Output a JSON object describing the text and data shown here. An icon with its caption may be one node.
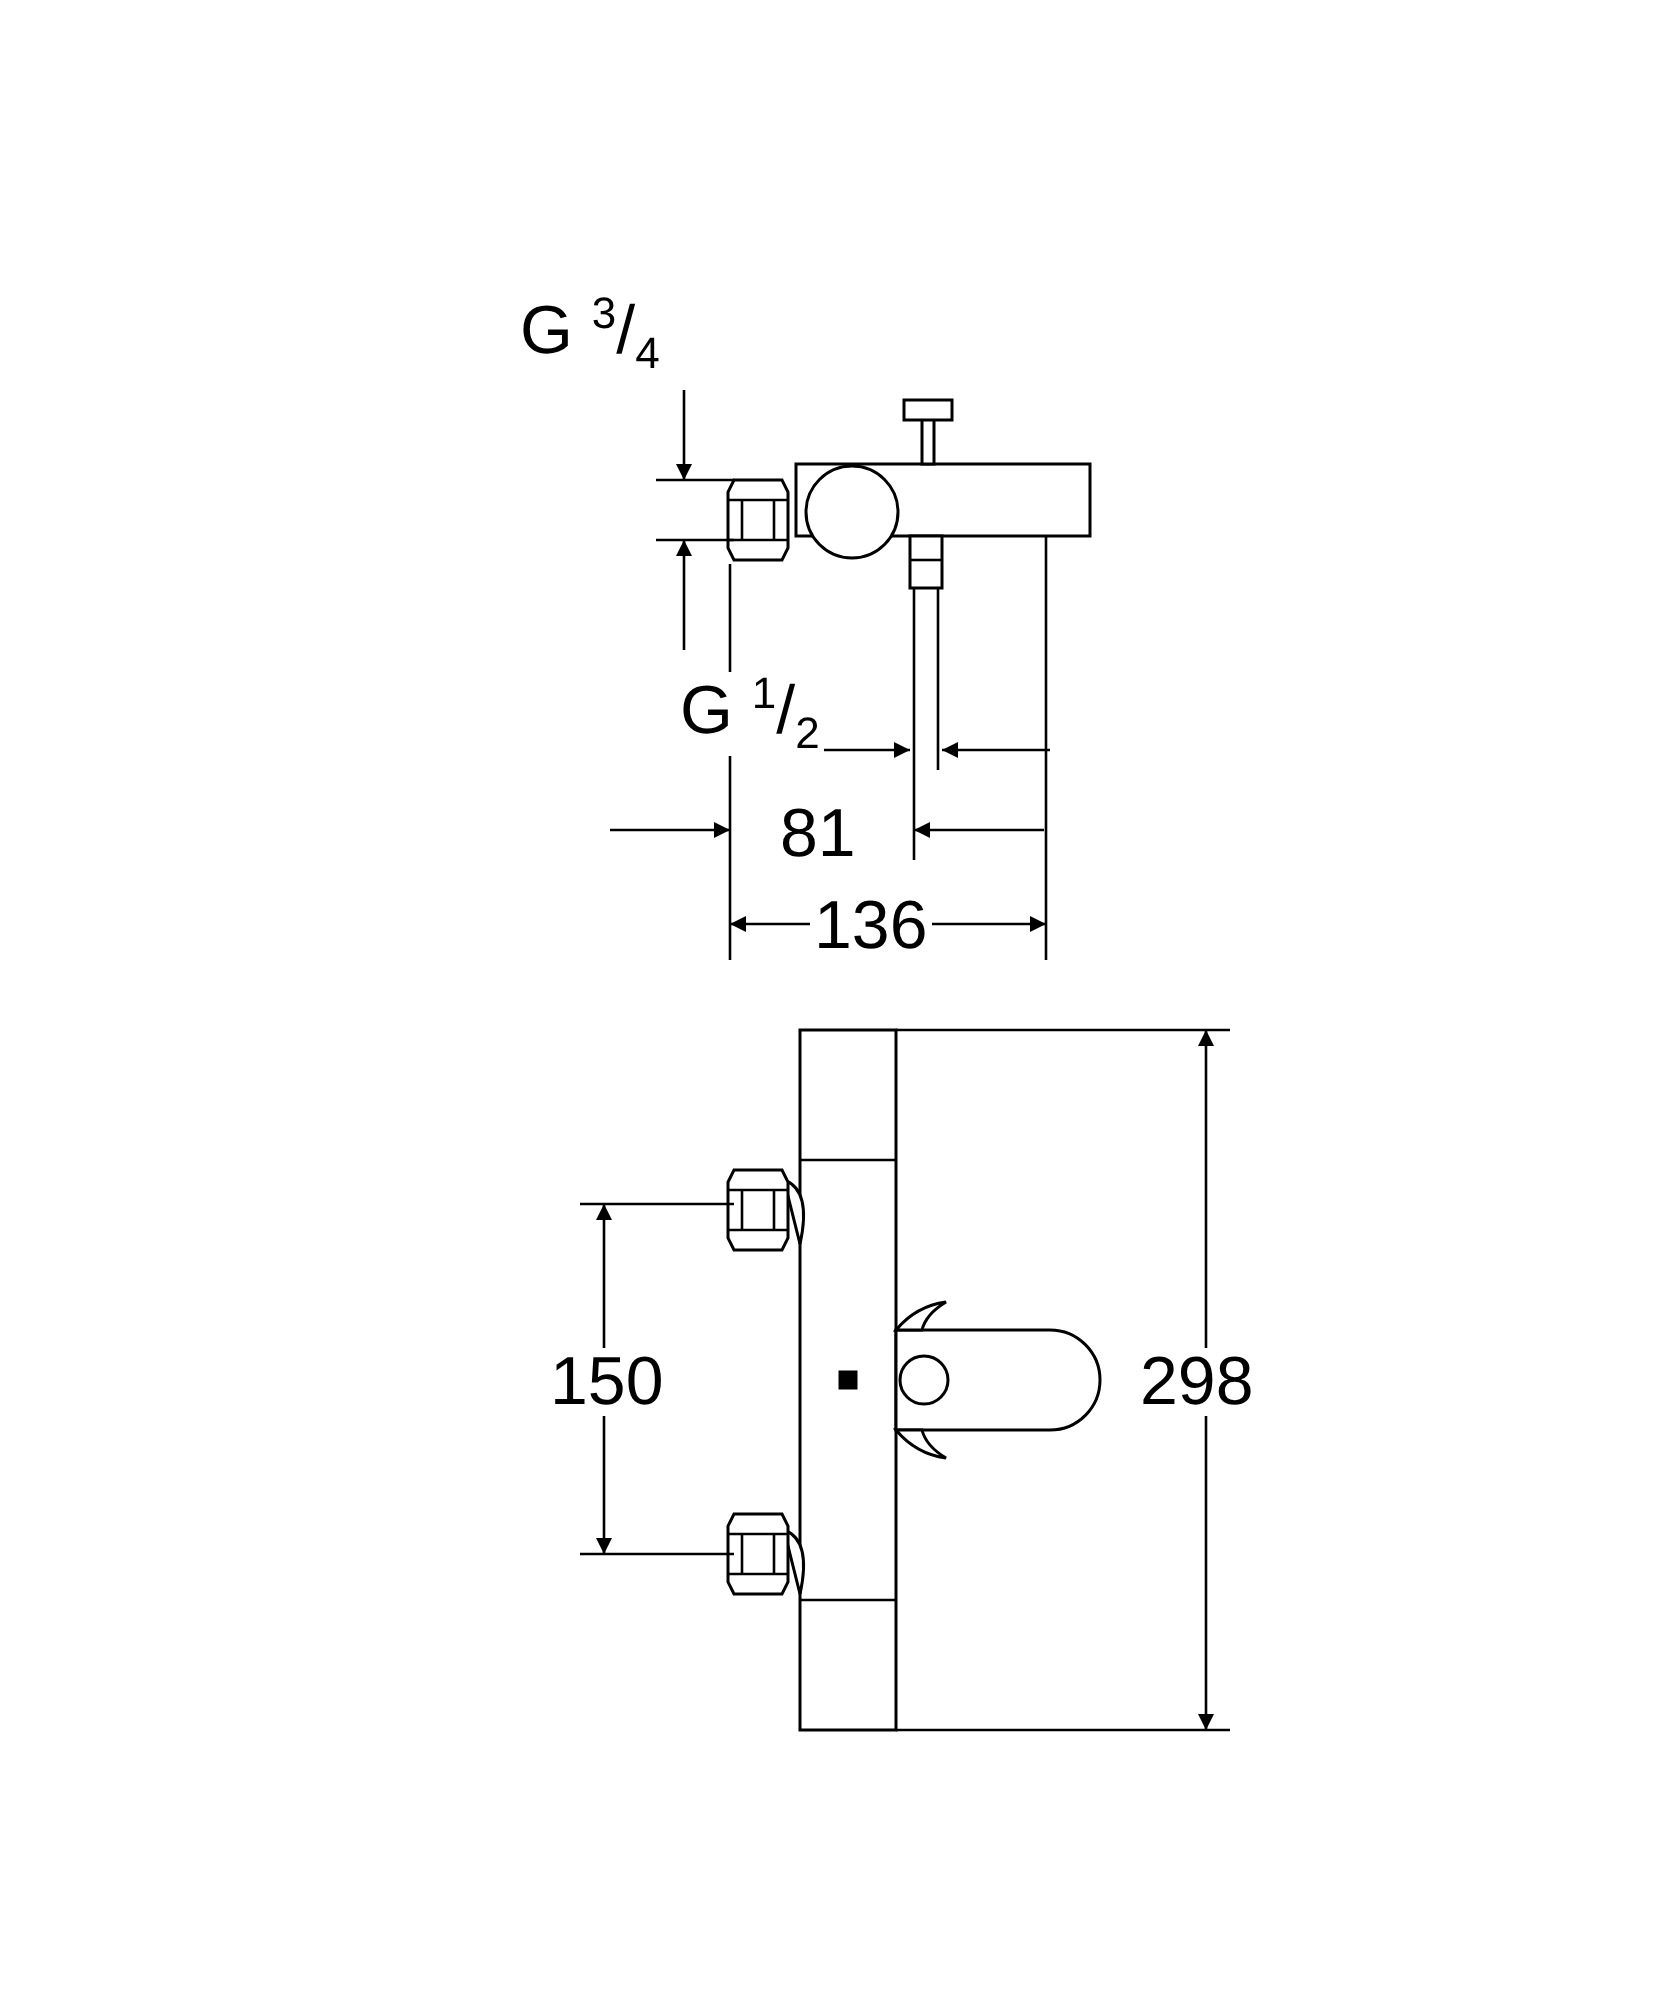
{
  "diagram": {
    "labels": [
      "G $^{3}$/$_{4}$",
      "G $^{1}$/$_{2}$",
      "81",
      "136",
      "150",
      "298"
    ]
  }
}
